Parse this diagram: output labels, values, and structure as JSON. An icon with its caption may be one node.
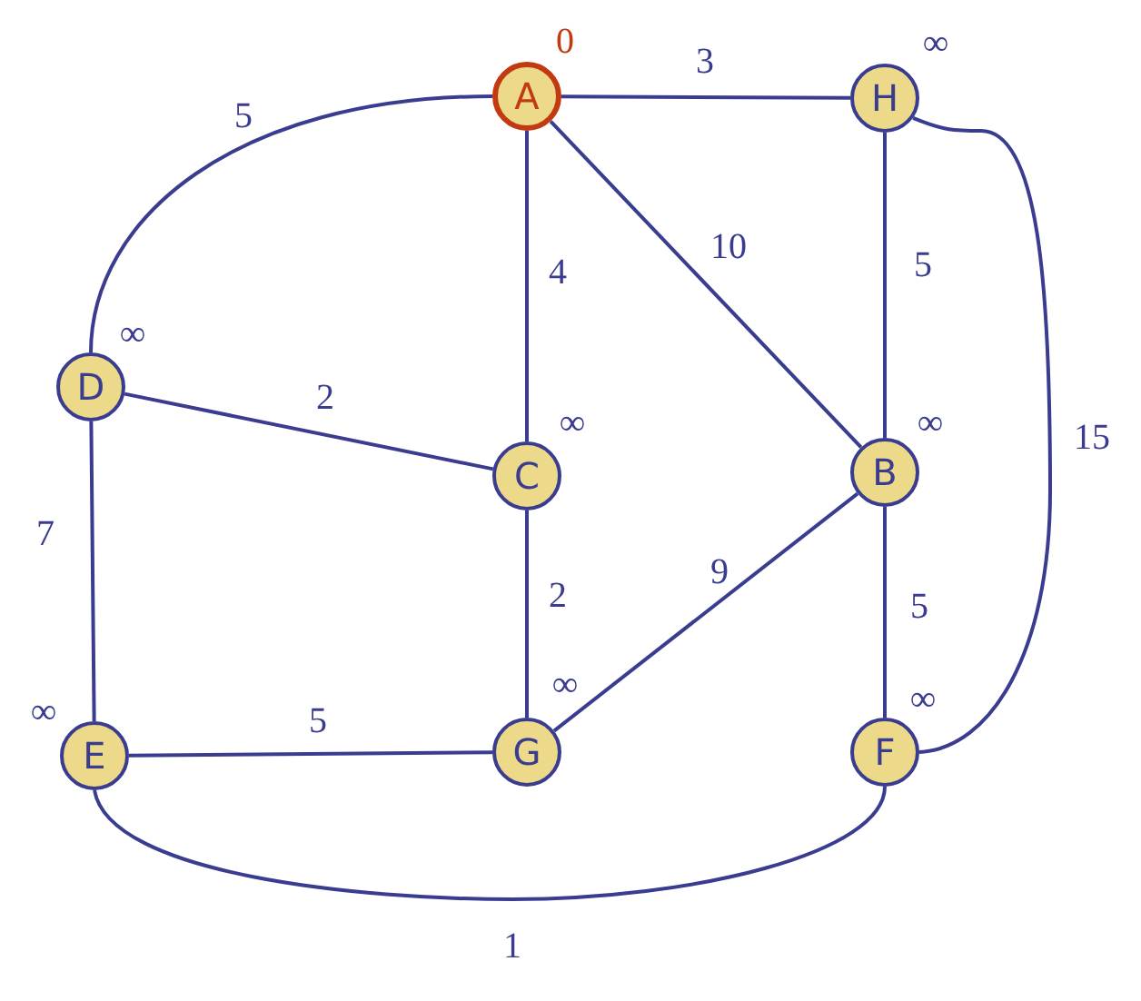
{
  "diagram": {
    "nodes": [
      {
        "text": [
          "A"
        ],
        "beside": [
          "0"
        ]
      },
      {
        "text": [
          "H"
        ],
        "beside": [
          "∞"
        ]
      },
      {
        "text": [
          "D"
        ],
        "beside": [
          "∞"
        ]
      },
      {
        "text": [
          "C"
        ],
        "beside": [
          "∞"
        ]
      },
      {
        "text": [
          "B"
        ],
        "beside": [
          "∞"
        ]
      },
      {
        "text": [
          "E"
        ],
        "beside": [
          "∞"
        ]
      },
      {
        "text": [
          "G"
        ],
        "beside": [
          "∞"
        ]
      },
      {
        "text": [
          "F"
        ],
        "beside": [
          "∞"
        ]
      }
    ],
    "edges": [
      {
        "from": 0,
        "to": 1,
        "arrow": "none",
        "label": "3"
      },
      {
        "from": 0,
        "to": 2,
        "arrow": "none",
        "label": "5"
      },
      {
        "from": 0,
        "to": 3,
        "arrow": "none",
        "label": "4"
      },
      {
        "from": 0,
        "to": 4,
        "arrow": "none",
        "label": "10"
      },
      {
        "from": 2,
        "to": 3,
        "arrow": "none",
        "label": "2"
      },
      {
        "from": 1,
        "to": 4,
        "arrow": "none",
        "label": "5"
      },
      {
        "from": 1,
        "to": 7,
        "arrow": "none",
        "label": "15"
      },
      {
        "from": 2,
        "to": 5,
        "arrow": "none",
        "label": "7"
      },
      {
        "from": 3,
        "to": 6,
        "arrow": "none",
        "label": "2"
      },
      {
        "from": 6,
        "to": 4,
        "arrow": "none",
        "label": "9"
      },
      {
        "from": 4,
        "to": 7,
        "arrow": "none",
        "label": "5"
      },
      {
        "from": 5,
        "to": 6,
        "arrow": "none",
        "label": "5"
      },
      {
        "from": 5,
        "to": 7,
        "arrow": "none",
        "label": "1"
      }
    ]
  }
}
